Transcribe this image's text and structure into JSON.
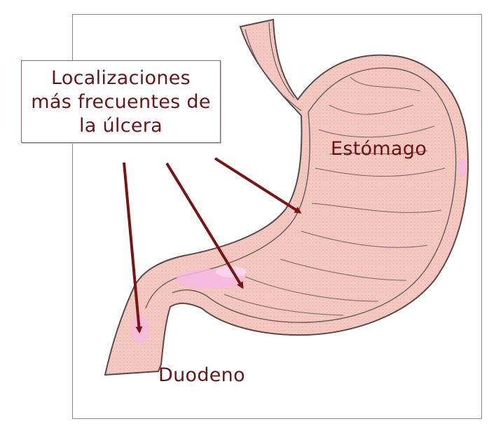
{
  "callout": {
    "text": "Localizaciones\nmás frecuentes de\nla úlcera"
  },
  "labels": {
    "stomach": "Estómago",
    "duodenum": "Duodeno"
  },
  "colors": {
    "text": "#6a1616",
    "arrow": "#7a1414",
    "tissue": "#f3c9c1",
    "outline": "#5a4a4a",
    "ulcer": "#f7b9e3"
  }
}
